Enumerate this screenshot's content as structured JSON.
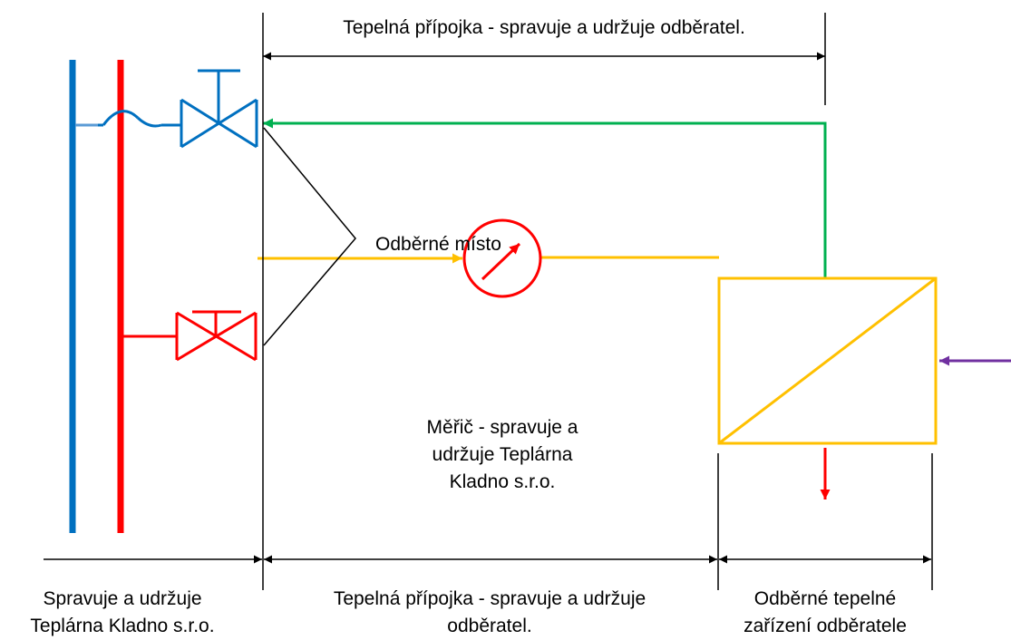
{
  "labels": {
    "top_dimension": "Tepelná přípojka - spravuje a udržuje odběratel.",
    "connection_point": "Odběrné místo",
    "meter": [
      "Měřič - spravuje a",
      "udržuje  Teplárna",
      "Kladno s.r.o."
    ],
    "bottom_left": [
      "Spravuje a udržuje",
      "Teplárna Kladno s.r.o."
    ],
    "bottom_middle": [
      "Tepelná přípojka - spravuje a udržuje",
      "odběratel."
    ],
    "bottom_right": [
      "Odběrné tepelné",
      "zařízení odběratele"
    ]
  },
  "colors": {
    "return_pipe": "#0070c0",
    "supply_pipe": "#ff0000",
    "return_line": "#00b050",
    "supply_line": "#ffc000",
    "secondary_inlet": "#7030a0",
    "dimension": "#000000"
  }
}
